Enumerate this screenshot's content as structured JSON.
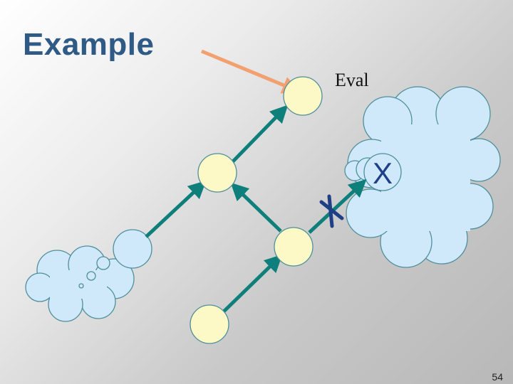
{
  "slide": {
    "title": "Example",
    "page_number": "54"
  },
  "diagram": {
    "eval_label": "Eval",
    "cut_mark": "X",
    "colors": {
      "arrow": "#0e7f7a",
      "eval_arrow": "#f2a06f",
      "node_fill": "#fdf9c6",
      "cloud_fill": "#cfe9fb",
      "stroke": "#4f8f9b",
      "cross": "#1f3f86",
      "title": "#2f5a86"
    },
    "icons": [
      "cloud-shape",
      "cross-mark",
      "arrow-head"
    ]
  }
}
